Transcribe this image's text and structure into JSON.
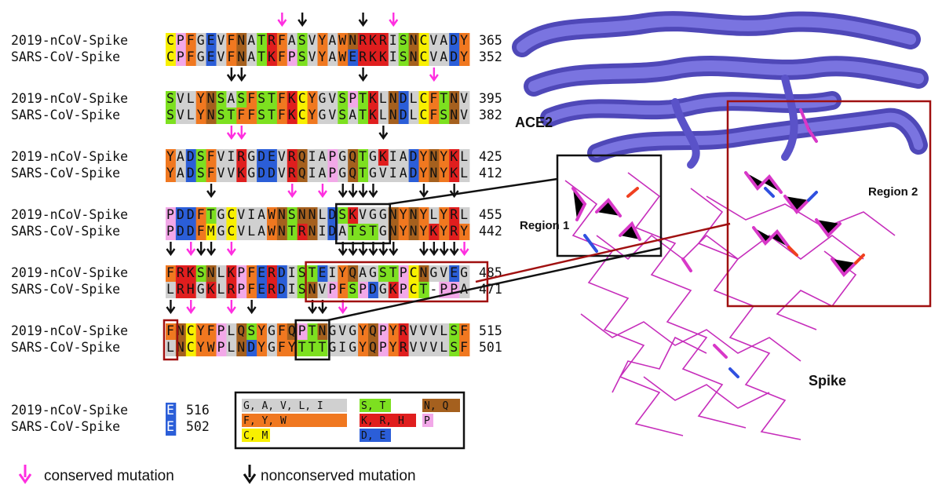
{
  "colors": {
    "gray": "#d0d0d0",
    "orange": "#f07820",
    "green": "#7de020",
    "red": "#e01e1e",
    "brown": "#a5601e",
    "pink": "#f2a8e8",
    "yellow": "#f8f000",
    "blue": "#2b5ed8",
    "magenta_arrow": "#ff2fe0",
    "black_arrow": "#111111",
    "region_red": "#a01010",
    "ace2": "#6a64d6",
    "spike": "#c62dbb"
  },
  "alignment": {
    "seq1_name": "2019-nCoV-Spike",
    "seq2_name": "SARS-CoV-Spike",
    "blocks": [
      {
        "s1": "CPFGEVFNATRFASVYAWNRKRISNCVADY",
        "n1": "365",
        "s2": "CPFGEVFNATKFPSVYAWERKKISNCVADY",
        "n2": "352",
        "top": [
          {
            "col": 11,
            "k": "c"
          },
          {
            "col": 13,
            "k": "n"
          },
          {
            "col": 19,
            "k": "n"
          },
          {
            "col": 22,
            "k": "c"
          }
        ],
        "mid": [
          {
            "col": 6,
            "k": "n"
          },
          {
            "col": 7,
            "k": "n"
          },
          {
            "col": 19,
            "k": "n"
          },
          {
            "col": 26,
            "k": "c"
          }
        ]
      },
      {
        "s1": "SVLYNSASFSTFKCYGVSPTKLNDLCFTNV",
        "n1": "395",
        "s2": "SVLYNSTFFSTFKCYGVSATKLNDLCFSNV",
        "n2": "382",
        "top": [],
        "mid": [
          {
            "col": 6,
            "k": "c"
          },
          {
            "col": 7,
            "k": "c"
          },
          {
            "col": 21,
            "k": "n"
          }
        ]
      },
      {
        "s1": "YADSFVIRGDEVRQIAPGQTGKIADYNYKL",
        "n1": "425",
        "s2": "YADSFVVKGDDVRQIAPGQTGVIADYNYKL",
        "n2": "412",
        "top": [],
        "mid": [
          {
            "col": 4,
            "k": "n"
          },
          {
            "col": 12,
            "k": "c"
          },
          {
            "col": 15,
            "k": "c"
          },
          {
            "col": 17,
            "k": "n"
          },
          {
            "col": 18,
            "k": "n"
          },
          {
            "col": 19,
            "k": "n"
          },
          {
            "col": 20,
            "k": "n"
          },
          {
            "col": 25,
            "k": "n"
          },
          {
            "col": 28,
            "k": "n"
          }
        ]
      },
      {
        "s1": "PDDFTGCVIAWNSNNLDSKVGGNYNYLYRL",
        "n1": "455",
        "s2": "PDDFMGCVLAWNTRNIDATSTGNYNYKYRY",
        "n2": "442",
        "top": [],
        "mid": [
          {
            "col": 0,
            "k": "n"
          },
          {
            "col": 2,
            "k": "c"
          },
          {
            "col": 3,
            "k": "n"
          },
          {
            "col": 4,
            "k": "n"
          },
          {
            "col": 6,
            "k": "c"
          },
          {
            "col": 17,
            "k": "n"
          },
          {
            "col": 18,
            "k": "n"
          },
          {
            "col": 19,
            "k": "n"
          },
          {
            "col": 20,
            "k": "n"
          },
          {
            "col": 21,
            "k": "n"
          },
          {
            "col": 22,
            "k": "n"
          },
          {
            "col": 25,
            "k": "n"
          },
          {
            "col": 26,
            "k": "n"
          },
          {
            "col": 27,
            "k": "n"
          },
          {
            "col": 28,
            "k": "n"
          },
          {
            "col": 29,
            "k": "c"
          }
        ]
      },
      {
        "s1": "FRKSNLKPFERDISTEIYQAGSTPCNGVEG",
        "n1": "485",
        "s2": "LRHGKLRPFERDISNVPFSPDGKPCT-PPA",
        "n2": "471",
        "top": [],
        "mid": [
          {
            "col": 0,
            "k": "n"
          },
          {
            "col": 2,
            "k": "c"
          },
          {
            "col": 6,
            "k": "c"
          },
          {
            "col": 8,
            "k": "n"
          },
          {
            "col": 14,
            "k": "n"
          },
          {
            "col": 15,
            "k": "n"
          },
          {
            "col": 17,
            "k": "c"
          }
        ]
      },
      {
        "s1": "FNCYFPLQSYGFQPTNGVGYQPYRVVVLSF",
        "n1": "515",
        "s2": "LNCYWPLNDYGFYTTTGIGYQPYRVVVLSF",
        "n2": "501",
        "top": [],
        "mid": []
      },
      {
        "s1": "E",
        "n1": "516",
        "s2": "E",
        "n2": "502",
        "top": [],
        "mid": []
      }
    ],
    "boxes": [
      {
        "block": 3,
        "c0": 17,
        "c1": 21,
        "color": "black"
      },
      {
        "block": 4,
        "c0": 14,
        "c1": 30,
        "color": "red"
      },
      {
        "block": 5,
        "c0": 0,
        "c1": 0,
        "color": "red"
      },
      {
        "block": 5,
        "c0": 13,
        "c1": 15,
        "color": "black"
      }
    ]
  },
  "color_key": {
    "items": [
      {
        "label": "G, A, V, L, I",
        "color": "gray"
      },
      {
        "label": "S, T",
        "color": "green"
      },
      {
        "label": "N, Q",
        "color": "brown"
      },
      {
        "label": "F, Y, W",
        "color": "orange"
      },
      {
        "label": "K, R, H",
        "color": "red"
      },
      {
        "label": "P",
        "color": "pink"
      },
      {
        "label": "C, M",
        "color": "yellow"
      },
      {
        "label": "D, E",
        "color": "blue"
      }
    ]
  },
  "legend": {
    "conserved": "conserved mutation",
    "nonconserved": "nonconserved mutation"
  },
  "structure": {
    "ace2_label": "ACE2",
    "spike_label": "Spike",
    "region1_label": "Region 1",
    "region2_label": "Region 2"
  }
}
